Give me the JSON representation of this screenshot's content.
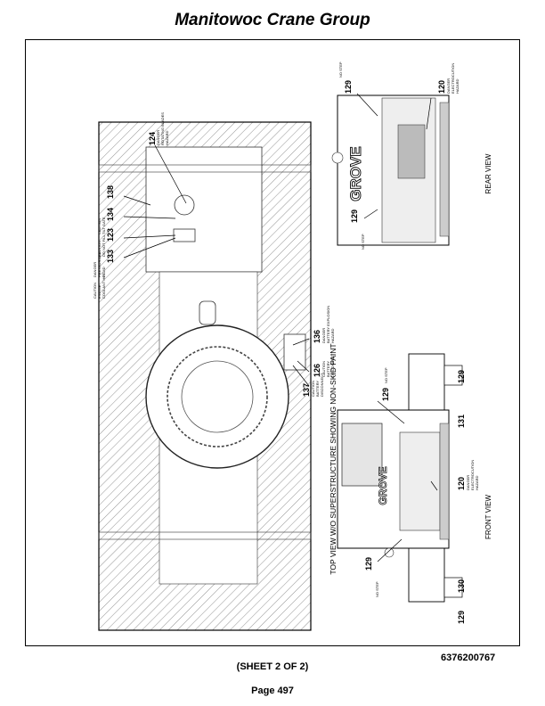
{
  "header": {
    "title": "Manitowoc Crane Group"
  },
  "diagram": {
    "top_view_caption": "TOP VIEW W/O SUPERSTRUCTURE SHOWING NON-SKID PAINT",
    "rear_view_caption": "REAR VIEW",
    "front_view_caption": "FRONT VIEW",
    "grove_logo": "GROVE",
    "top_labels": [
      {
        "num": "124",
        "lines": [
          "DANGER",
          "ROTATING BLADES",
          "HAZARD"
        ]
      },
      {
        "num": "138",
        "lines": [
          "CAUTION",
          "TILT GATE"
        ]
      },
      {
        "num": "134",
        "lines": [
          "CAUTION",
          "DO NOT FILL"
        ]
      },
      {
        "num": "123",
        "lines": [
          "DANGER",
          "PRESSURIZED",
          "FLUID"
        ]
      },
      {
        "num": "133",
        "lines": [
          "CAUTION",
          "ENGINE",
          "COOLANT HOT"
        ]
      },
      {
        "num": "136",
        "lines": [
          "DANGER",
          "BATTERY EXPLOSION",
          "HAZARD"
        ]
      },
      {
        "num": "126",
        "lines": [
          "CAUTION",
          "BATTERY",
          "DISCONNECT"
        ]
      },
      {
        "num": "137",
        "lines": [
          "CAUTION",
          "BATTERY",
          "DISCONNECT"
        ]
      }
    ],
    "rear_labels": [
      {
        "num": "129",
        "lines": [
          "NO STEP"
        ]
      },
      {
        "num": "120",
        "lines": [
          "DANGER",
          "ELECTROCUTION",
          "HAZARD"
        ]
      },
      {
        "num": "129",
        "lines": [
          "NO STEP"
        ]
      }
    ],
    "front_labels": [
      {
        "num": "129",
        "lines": []
      },
      {
        "num": "131",
        "lines": []
      },
      {
        "num": "129",
        "lines": [
          "NO STEP"
        ]
      },
      {
        "num": "120",
        "lines": [
          "DANGER",
          "ELECTROCUTION",
          "HAZARD"
        ]
      },
      {
        "num": "129",
        "lines": [
          "NO STEP"
        ]
      },
      {
        "num": "130",
        "lines": []
      },
      {
        "num": "129",
        "lines": []
      }
    ]
  },
  "footer": {
    "part_number": "6376200767",
    "sheet": "(SHEET 2 OF 2)",
    "page": "Page 497"
  }
}
